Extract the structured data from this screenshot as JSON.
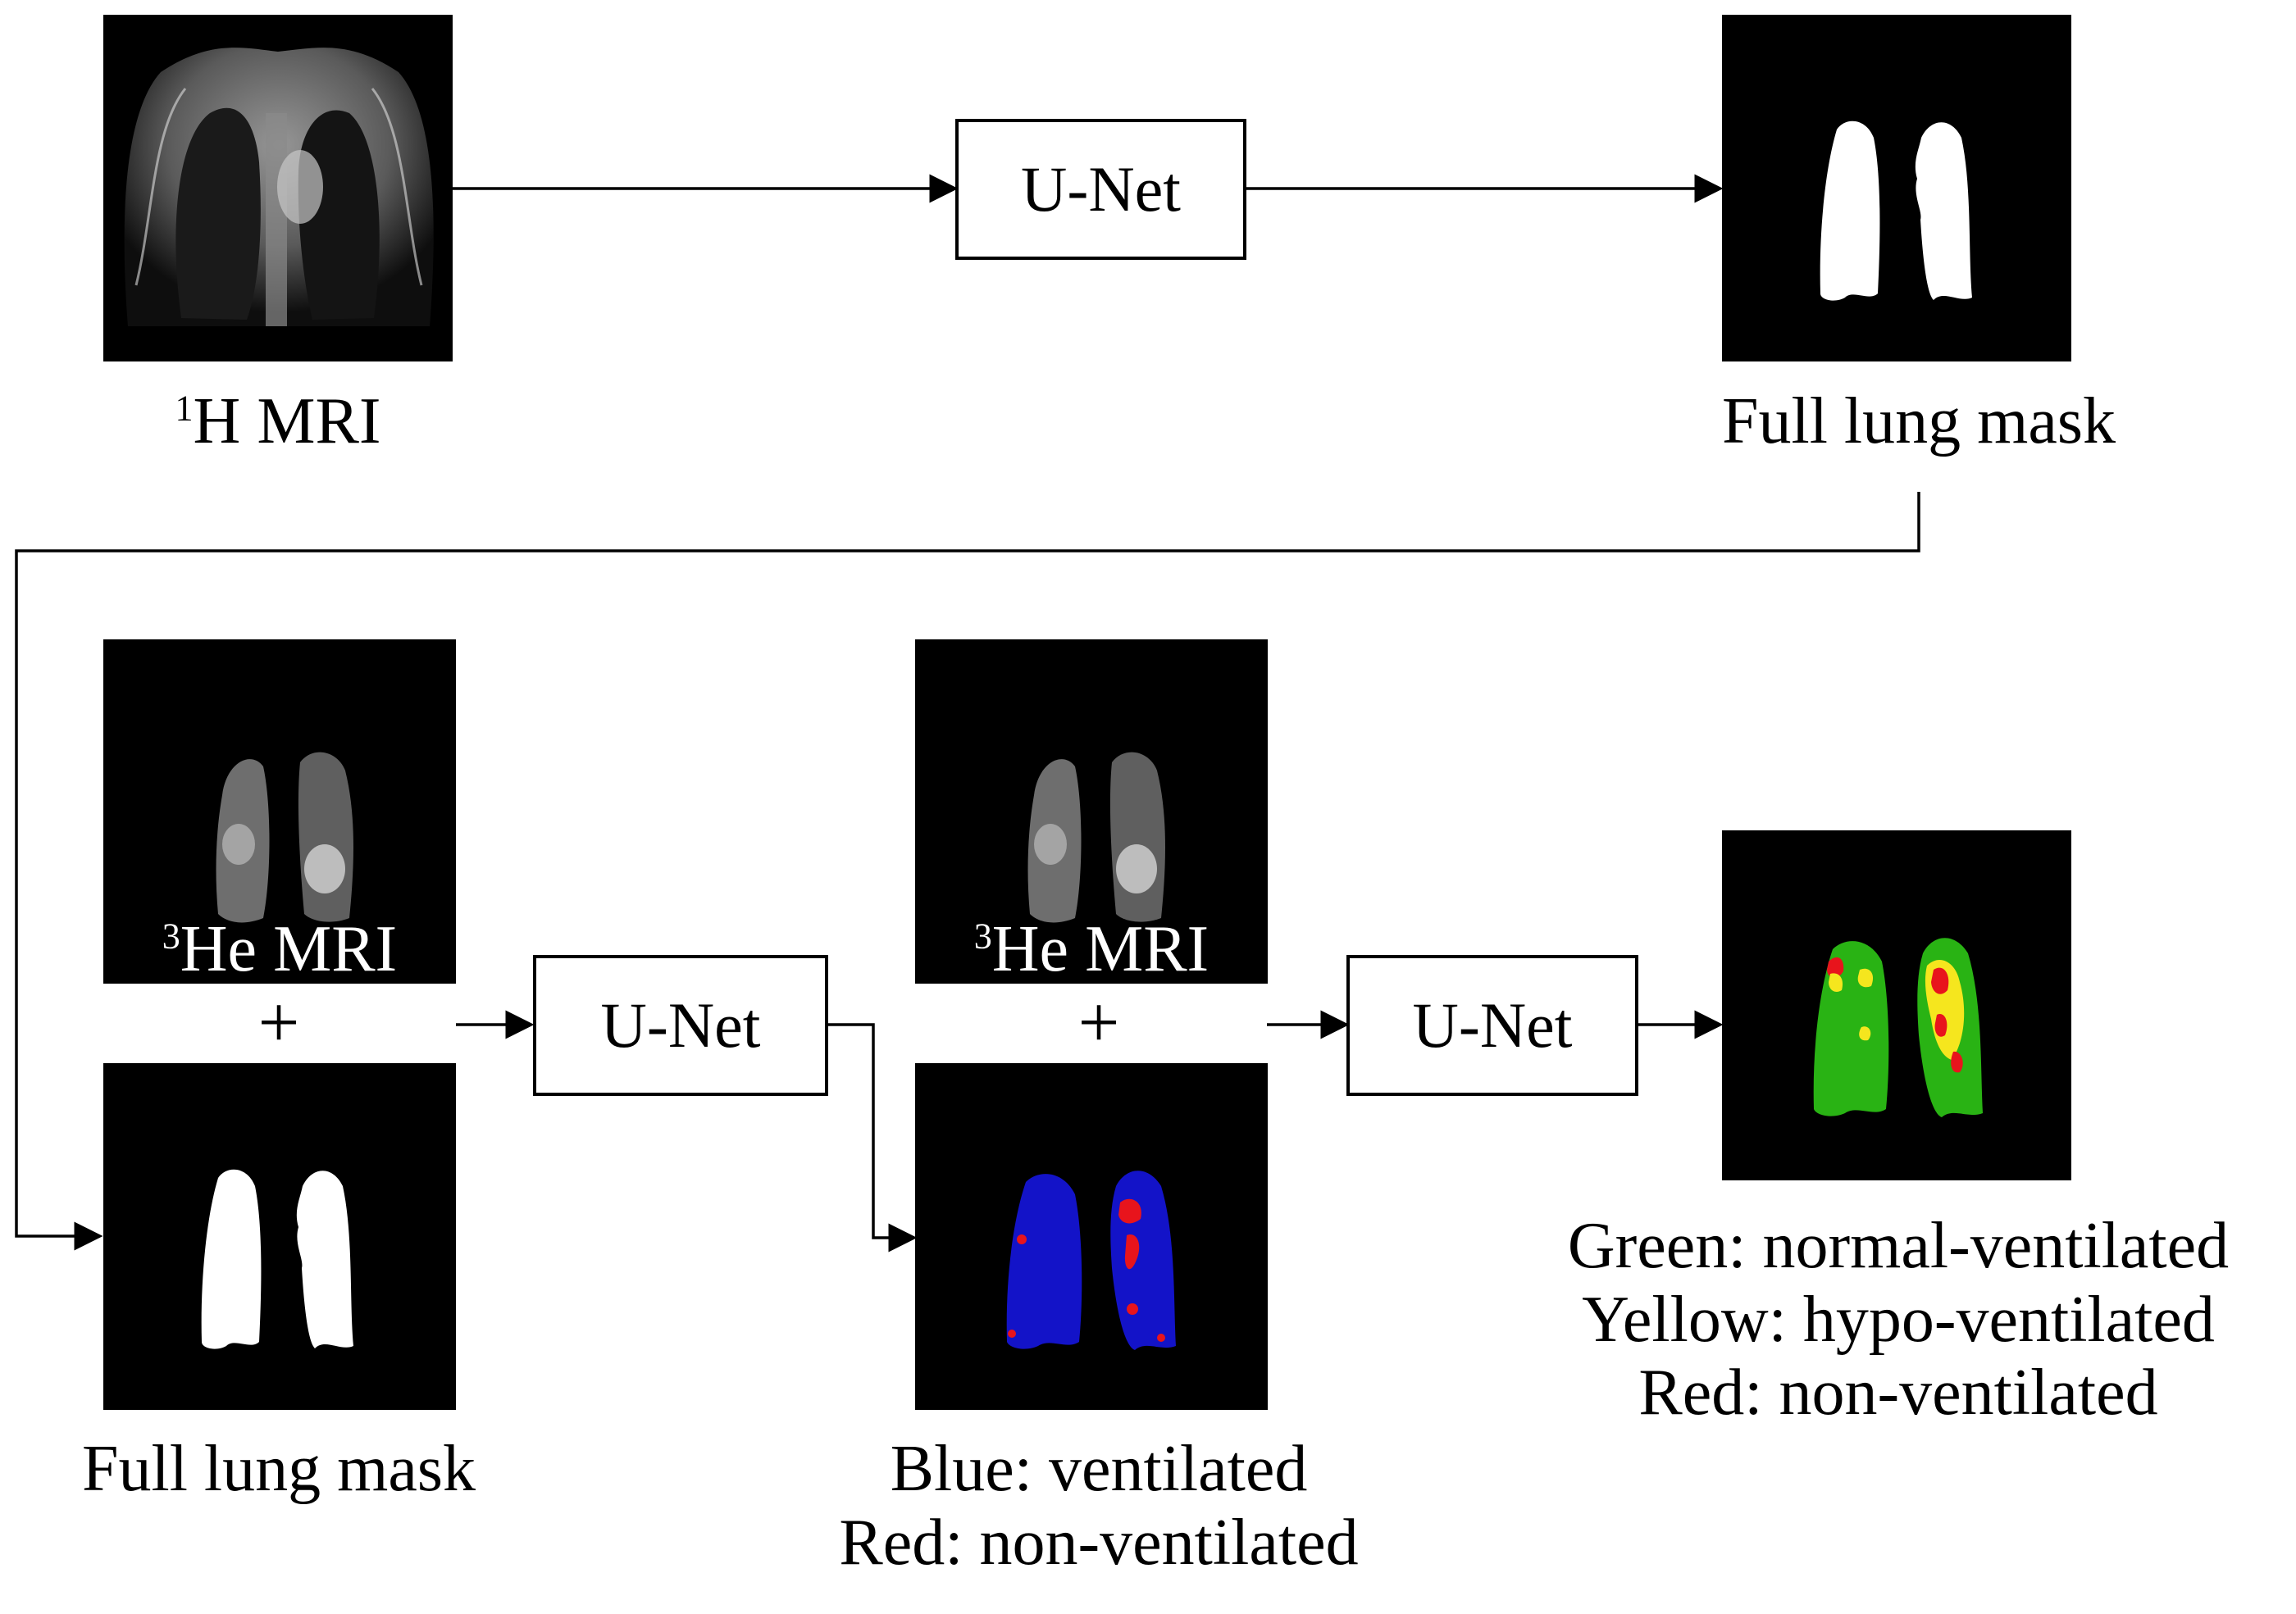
{
  "panels": {
    "h_mri_label_sup": "1",
    "h_mri_label_main": "H MRI",
    "full_mask_top_label": "Full lung mask",
    "full_mask_bottom_label": "Full lung mask",
    "he_mri_1_sup": "3",
    "he_mri_1_main": "He MRI",
    "he_mri_2_sup": "3",
    "he_mri_2_main": "He MRI"
  },
  "operators": {
    "unet_1": "U-Net",
    "unet_2": "U-Net",
    "unet_3": "U-Net",
    "plus_1": "+",
    "plus_2": "+"
  },
  "legends": {
    "stage2": [
      "Blue: ventilated",
      "Red: non-ventilated"
    ],
    "stage3": [
      "Green: normal-ventilated",
      "Yellow: hypo-ventilated",
      "Red: non-ventilated"
    ]
  },
  "colors": {
    "ventilated_blue": "#1313c8",
    "non_ventilated_red": "#e8141c",
    "normal_green": "#29b314",
    "hypo_yellow": "#f5e61e"
  }
}
